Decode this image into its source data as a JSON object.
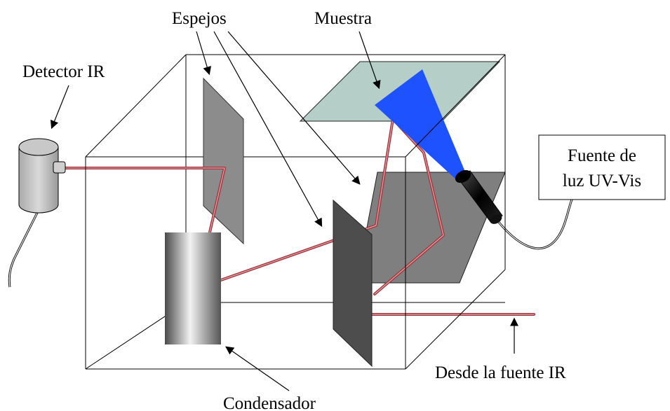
{
  "labels": {
    "mirrors": "Espejos",
    "sample": "Muestra",
    "ir_detector": "Detector IR",
    "uv_vis_source_line1": "Fuente de",
    "uv_vis_source_line2": "luz UV-Vis",
    "from_ir_source": "Desde la fuente IR",
    "condenser": "Condensador"
  },
  "colors": {
    "beam": "#a0373f",
    "beam_light": "#e8a4a8",
    "uv_light": "#1e52ff",
    "sample_plate": "#b5cfc8",
    "mirror_left": "#8c8c8c",
    "mirror_front": "#4d4d4d",
    "mirror_back": "#7f7f7f"
  }
}
